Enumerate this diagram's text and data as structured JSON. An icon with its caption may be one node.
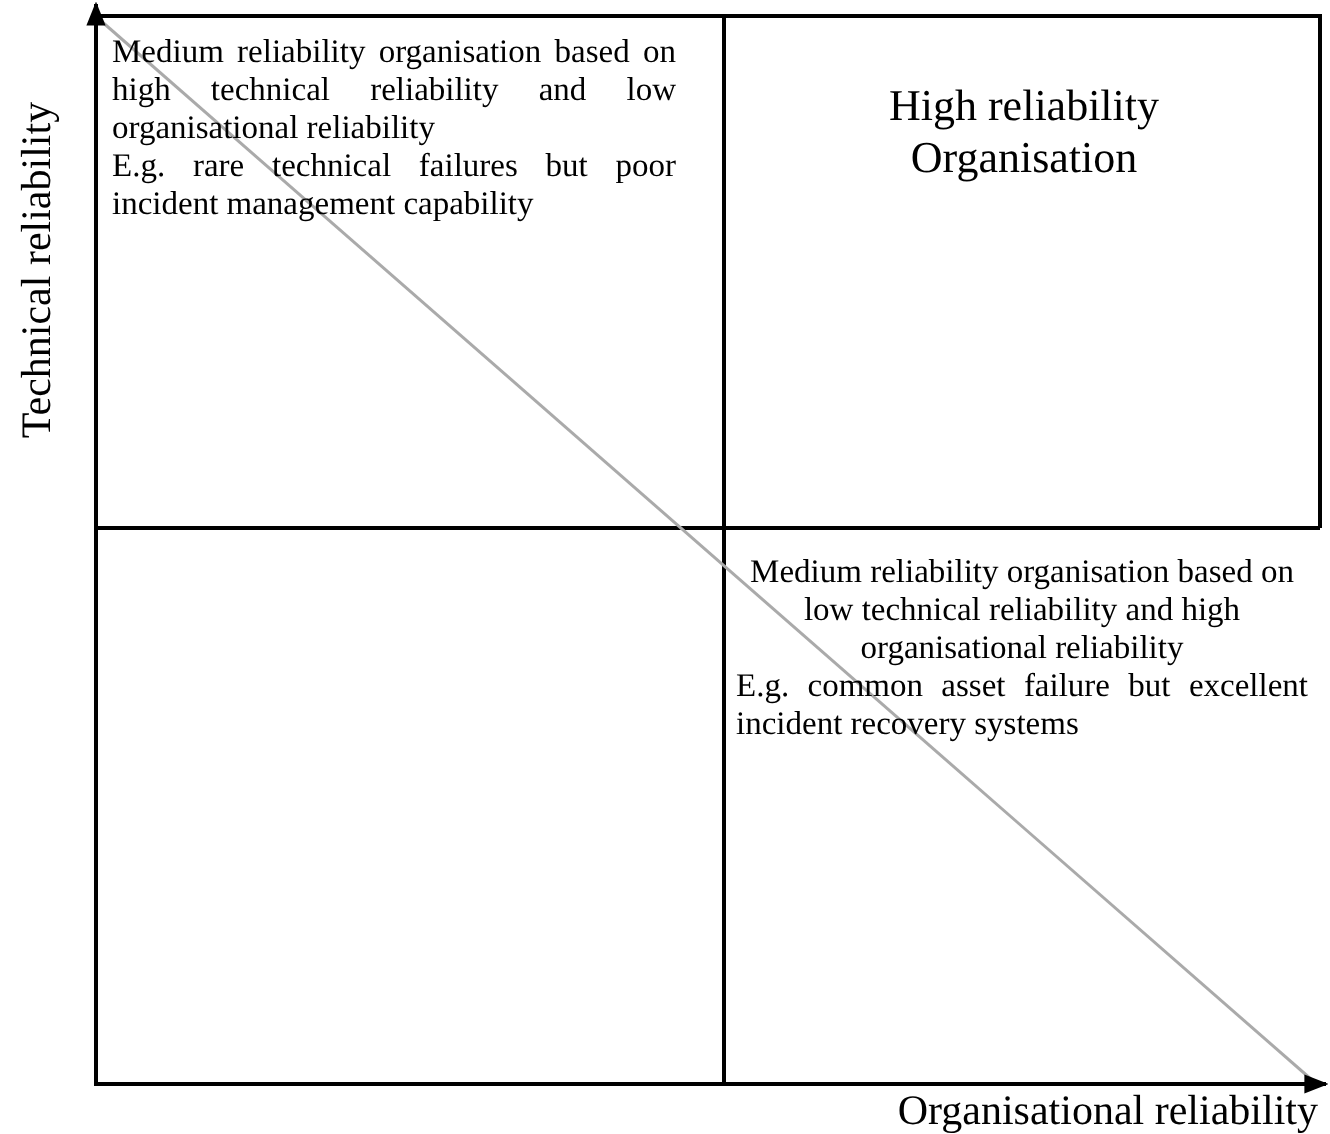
{
  "diagram": {
    "nodes": [
      {
        "text": [
          "Medium reliability organisation based on high technical reliability and low organisational reliability",
          "E.g. rare technical failures but poor incident management capability"
        ]
      },
      {
        "text": [
          "High reliability Organisation"
        ]
      },
      {
        "text": [
          "Medium reliability organisation based on low technical reliability and high organisational reliability",
          "E.g. common asset failure but excellent incident recovery systems"
        ]
      }
    ],
    "labels": [
      "Technical reliability",
      "Organisational reliability"
    ]
  }
}
